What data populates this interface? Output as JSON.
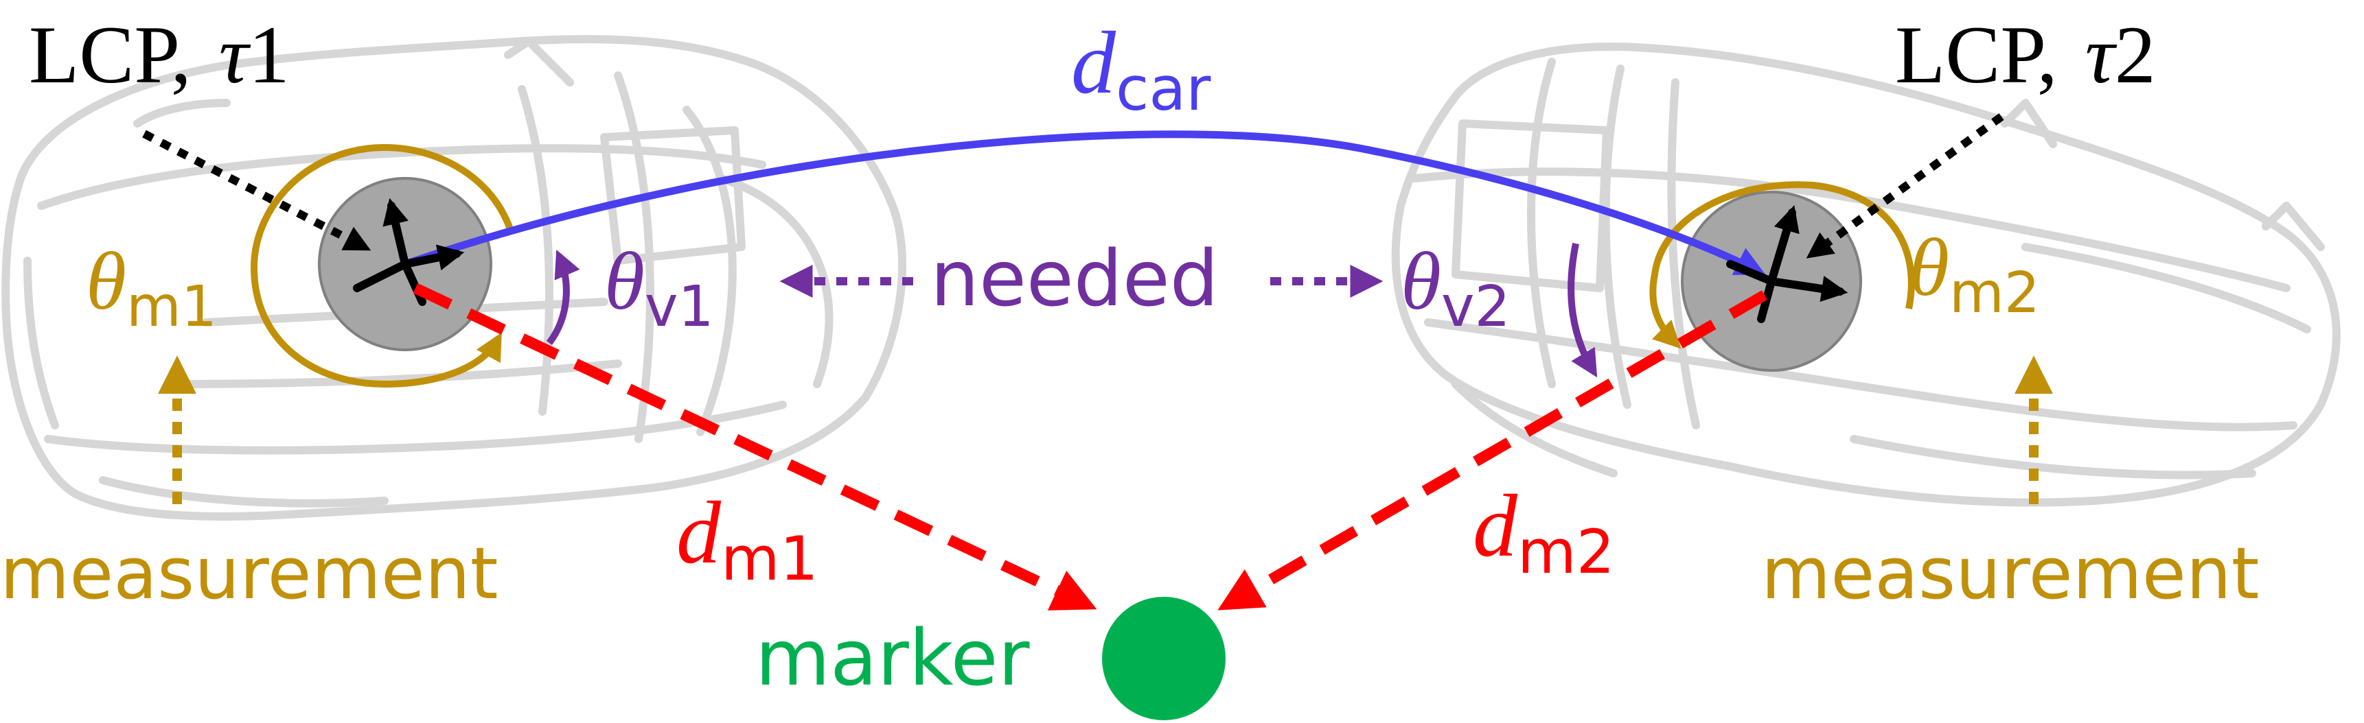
{
  "colors": {
    "black": "#000000",
    "blue": "#4A3FEF",
    "red": "#FF0000",
    "gold": "#C19009",
    "purple": "#7030A0",
    "green": "#00B050",
    "car_sketch": "#D6D6D6",
    "lcp_fill": "#A6A6A6"
  },
  "labels": {
    "lcp_left": {
      "prefix": "LCP,",
      "symbol": "τ",
      "index": "1"
    },
    "lcp_right": {
      "prefix": "LCP,",
      "symbol": "τ",
      "index": "2"
    },
    "d_car": {
      "main": "d",
      "sub": "car"
    },
    "theta_m1": {
      "main": "θ",
      "sub": "m1"
    },
    "theta_m2": {
      "main": "θ",
      "sub": "m2"
    },
    "theta_v1": {
      "main": "θ",
      "sub": "v1"
    },
    "theta_v2": {
      "main": "θ",
      "sub": "v2"
    },
    "needed": "needed",
    "d_m1": {
      "main": "d",
      "sub": "m1"
    },
    "d_m2": {
      "main": "d",
      "sub": "m2"
    },
    "measurement_left": "measurement",
    "measurement_right": "measurement",
    "marker": "marker"
  }
}
